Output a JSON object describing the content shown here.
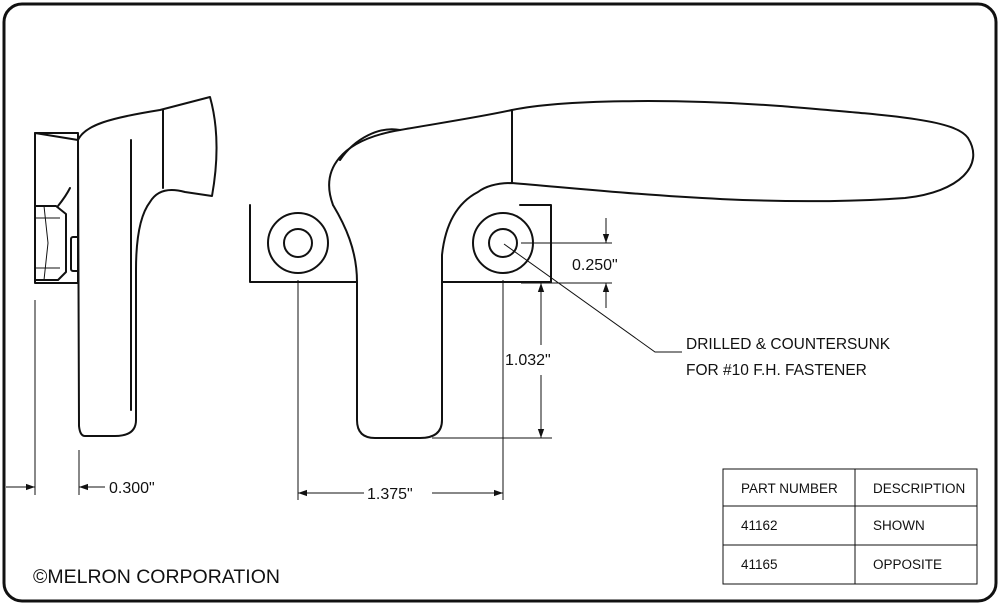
{
  "dimensions": {
    "hole_diameter": "0.250\"",
    "height": "1.032\"",
    "width": "1.375\"",
    "side_depth": "0.300\""
  },
  "note": {
    "line1": "DRILLED & COUNTERSUNK",
    "line2": "FOR #10 F.H. FASTENER"
  },
  "parts_table": {
    "headers": [
      "PART NUMBER",
      "DESCRIPTION"
    ],
    "rows": [
      {
        "part_number": "41162",
        "description": "SHOWN"
      },
      {
        "part_number": "41165",
        "description": "OPPOSITE"
      }
    ]
  },
  "copyright": "©MELRON CORPORATION"
}
